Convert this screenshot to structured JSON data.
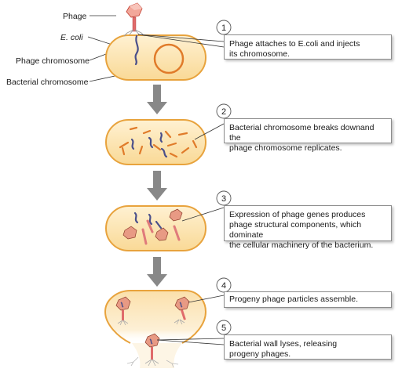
{
  "labels": {
    "phage": "Phage",
    "ecoli": "E. coli",
    "phage_chromosome": "Phage chromosome",
    "bacterial_chromosome": "Bacterial chromosome"
  },
  "steps": [
    {
      "number": "1",
      "lines": [
        "Phage attaches to E.coli and injects",
        "its chromosome."
      ]
    },
    {
      "number": "2",
      "lines": [
        "Bacterial chromosome breaks downand the",
        "phage chromosome replicates."
      ]
    },
    {
      "number": "3",
      "lines": [
        "Expression of phage genes produces",
        "phage structural components, which dominate",
        "the cellular machinery of the bacterium."
      ]
    },
    {
      "number": "4",
      "lines": [
        "Progeny phage particles assemble."
      ]
    },
    {
      "number": "5",
      "lines": [
        "Bacterial wall lyses, releasing",
        "progeny phages."
      ]
    }
  ],
  "colors": {
    "cell_fill": "#fbe3b0",
    "cell_border": "#e8a33d",
    "bacterial_dna": "#e07b2a",
    "phage_dna": "#4a4f8a",
    "phage_head": "#f2a79a",
    "arrow": "#888888"
  }
}
